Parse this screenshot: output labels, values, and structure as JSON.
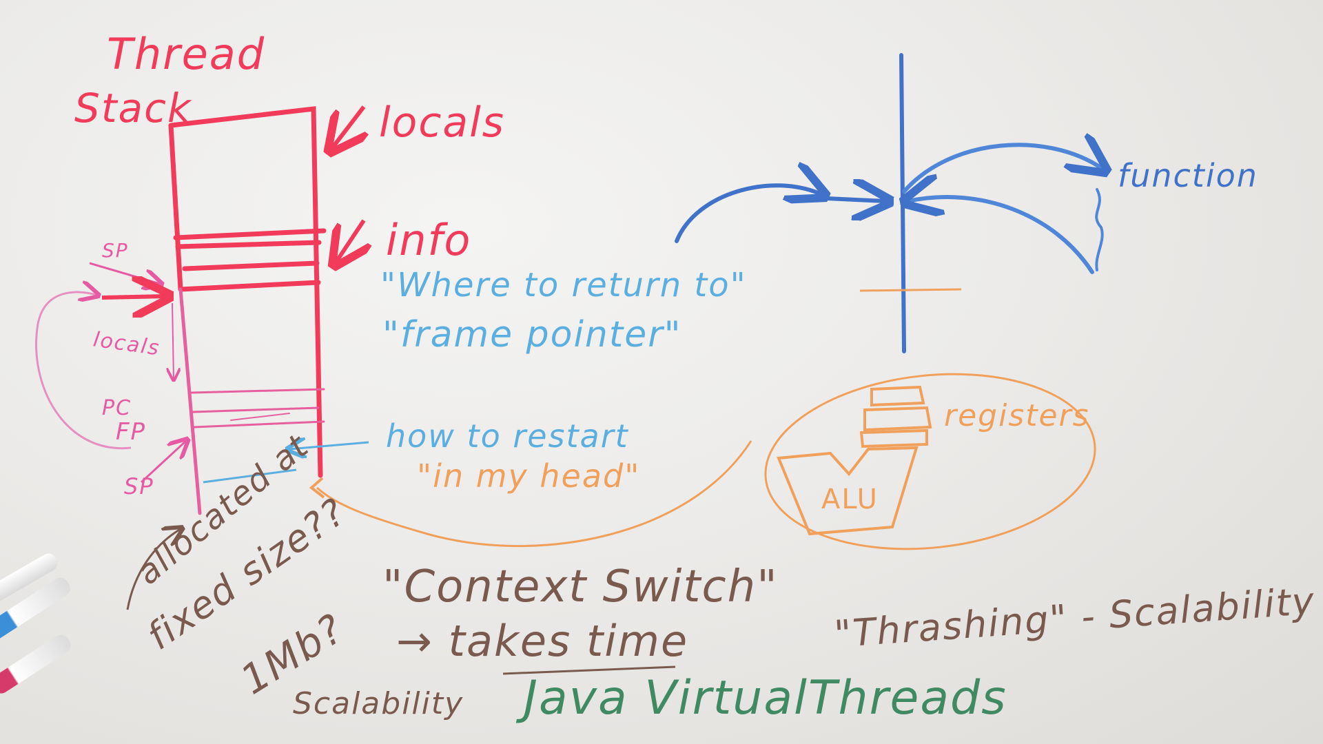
{
  "stack": {
    "title_line1": "Thread",
    "title_line2": "Stack",
    "locals_label": "locals",
    "info_label": "info",
    "sp_top": "SP",
    "locals_inner": "locals",
    "pc": "PC",
    "fp": "FP",
    "sp_bottom": "SP"
  },
  "notes": {
    "where_to_return": "\"Where to return to\"",
    "frame_pointer": "\"frame pointer\"",
    "how_to_restart": "how to restart",
    "in_my_head": "\"in my head\"",
    "allocated": "allocated at",
    "fixed_size": "fixed size??",
    "one_mb": "1Mb?",
    "scalability_left": "Scalability",
    "context_switch": "\"Context Switch\"",
    "takes_time": "→ takes time",
    "java_virtual_threads": "Java VirtualThreads",
    "thrashing": "\"Thrashing\" - Scalability"
  },
  "diagram": {
    "function_label": "function",
    "registers_label": "registers",
    "alu_label": "ALU"
  },
  "colors": {
    "red_marker": "#f23a5a",
    "pink_marker": "#e65aa2",
    "light_blue_marker": "#5aaee0",
    "blue_marker": "#3f72c8",
    "orange_marker": "#f0a05a",
    "brown_marker": "#7a5a4e",
    "green_marker": "#3f8a62"
  },
  "markers": [
    "pink-marker",
    "blue-marker",
    "red-marker"
  ]
}
